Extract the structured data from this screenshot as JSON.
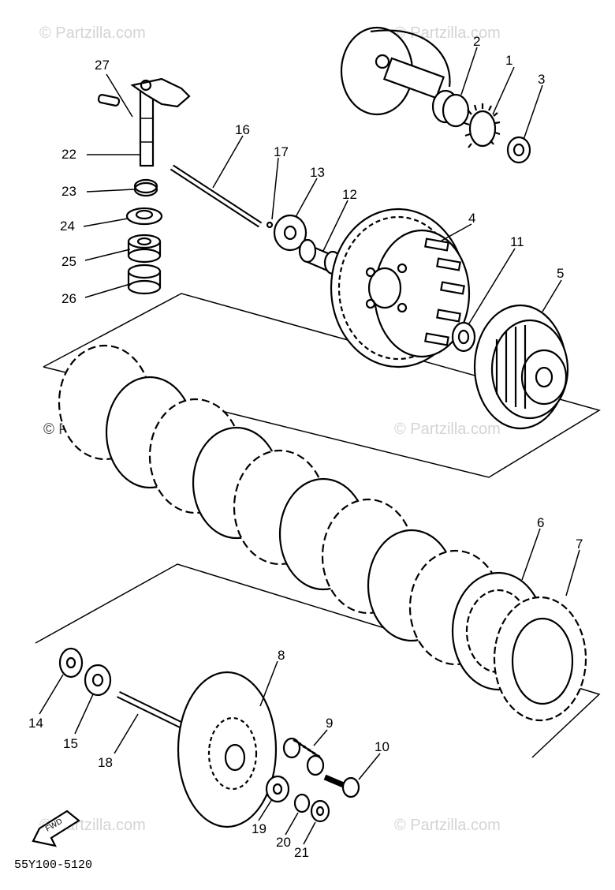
{
  "diagram": {
    "part_code": "55Y100-5120",
    "fwd_label": "FWD",
    "watermark": "© Partzilla.com",
    "callouts": [
      "1",
      "2",
      "3",
      "4",
      "5",
      "6",
      "7",
      "8",
      "9",
      "10",
      "11",
      "12",
      "13",
      "14",
      "15",
      "16",
      "17",
      "18",
      "19",
      "20",
      "21",
      "22",
      "23",
      "24",
      "25",
      "26",
      "27"
    ]
  }
}
